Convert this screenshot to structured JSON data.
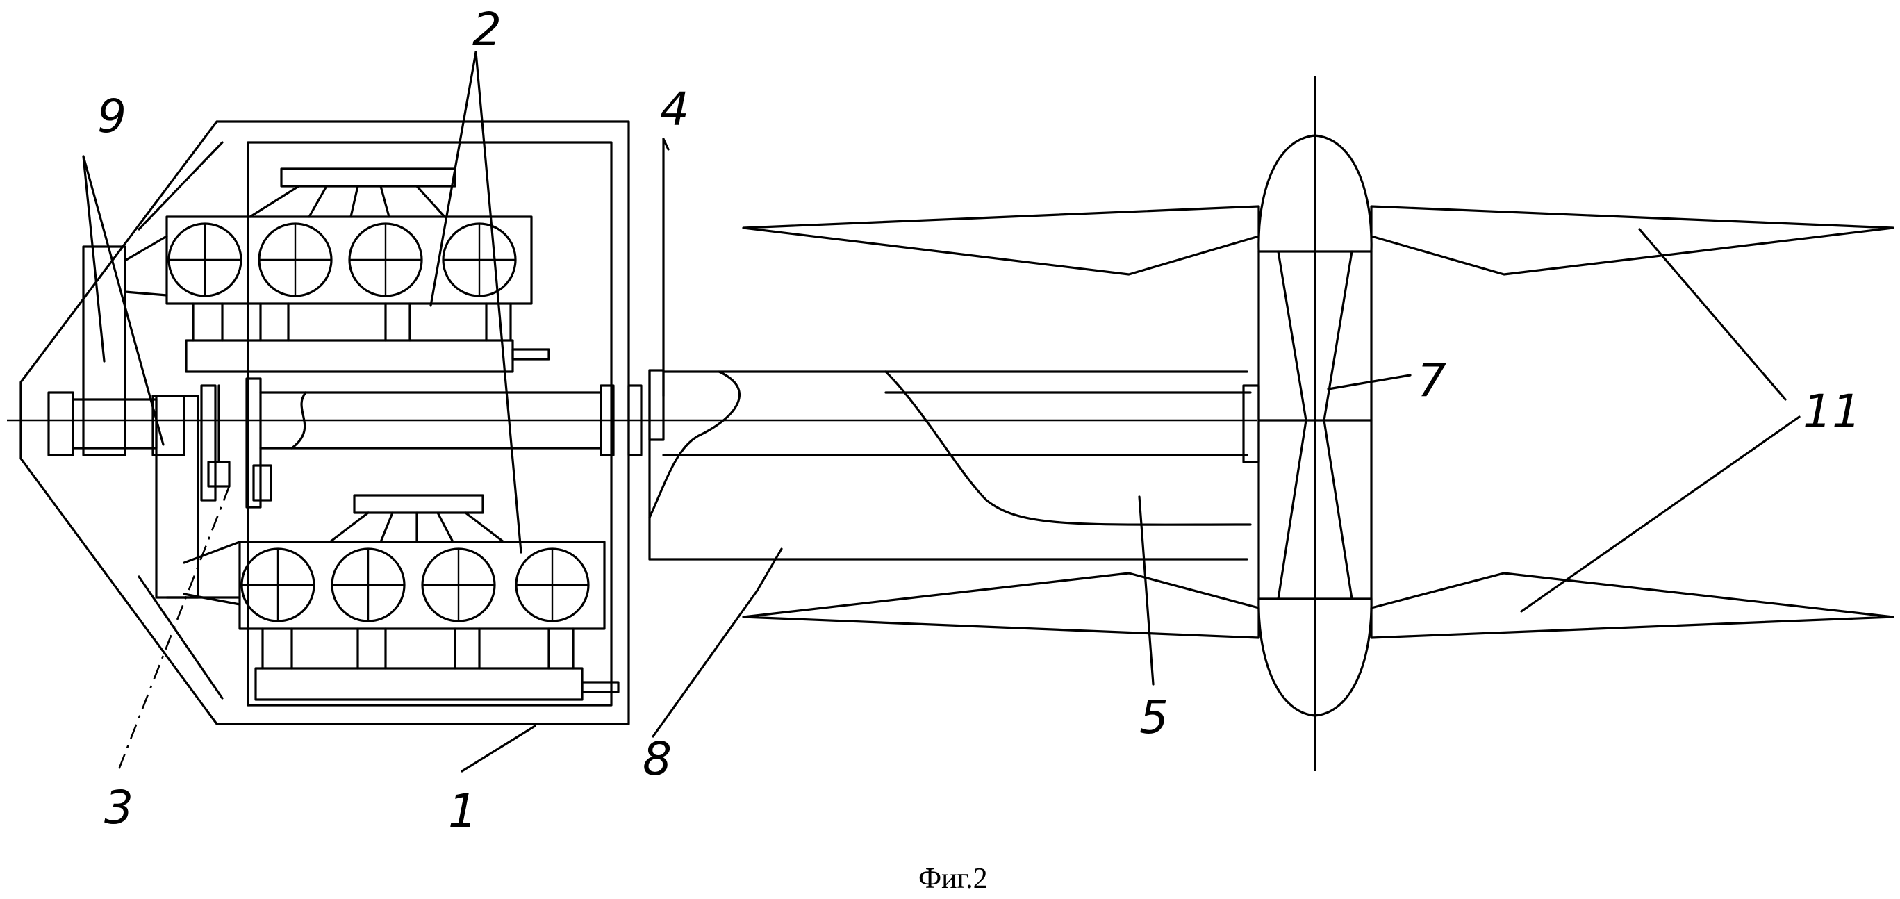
{
  "figure": {
    "caption": "Фиг.2"
  },
  "labels": {
    "l1": "1",
    "l2": "2",
    "l3": "3",
    "l4": "4",
    "l5": "5",
    "l7": "7",
    "l8": "8",
    "l9": "9",
    "l11": "11"
  },
  "colors": {
    "ink": "#000000",
    "paper": "#ffffff"
  }
}
